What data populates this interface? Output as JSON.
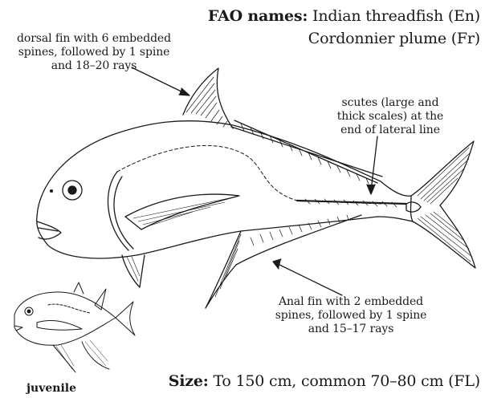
{
  "header": {
    "fao_label": "FAO names:",
    "name_en": "Indian threadfish (En)",
    "name_fr": "Cordonnier plume (Fr)"
  },
  "labels": {
    "dorsal_line1": "dorsal fin with 6 embedded",
    "dorsal_line2": "spines, followed by 1 spine",
    "dorsal_line3": "and 18–20 rays",
    "scutes_line1": "scutes (large and",
    "scutes_line2": "thick scales) at the",
    "scutes_line3": "end of lateral line",
    "anal_line1": "Anal fin with 2 embedded",
    "anal_line2": "spines, followed by 1 spine",
    "anal_line3": "and 15–17 rays",
    "juvenile": "juvenile"
  },
  "footer": {
    "size_label": "Size:",
    "size_text": "To 150 cm, common 70–80 cm (FL)"
  }
}
